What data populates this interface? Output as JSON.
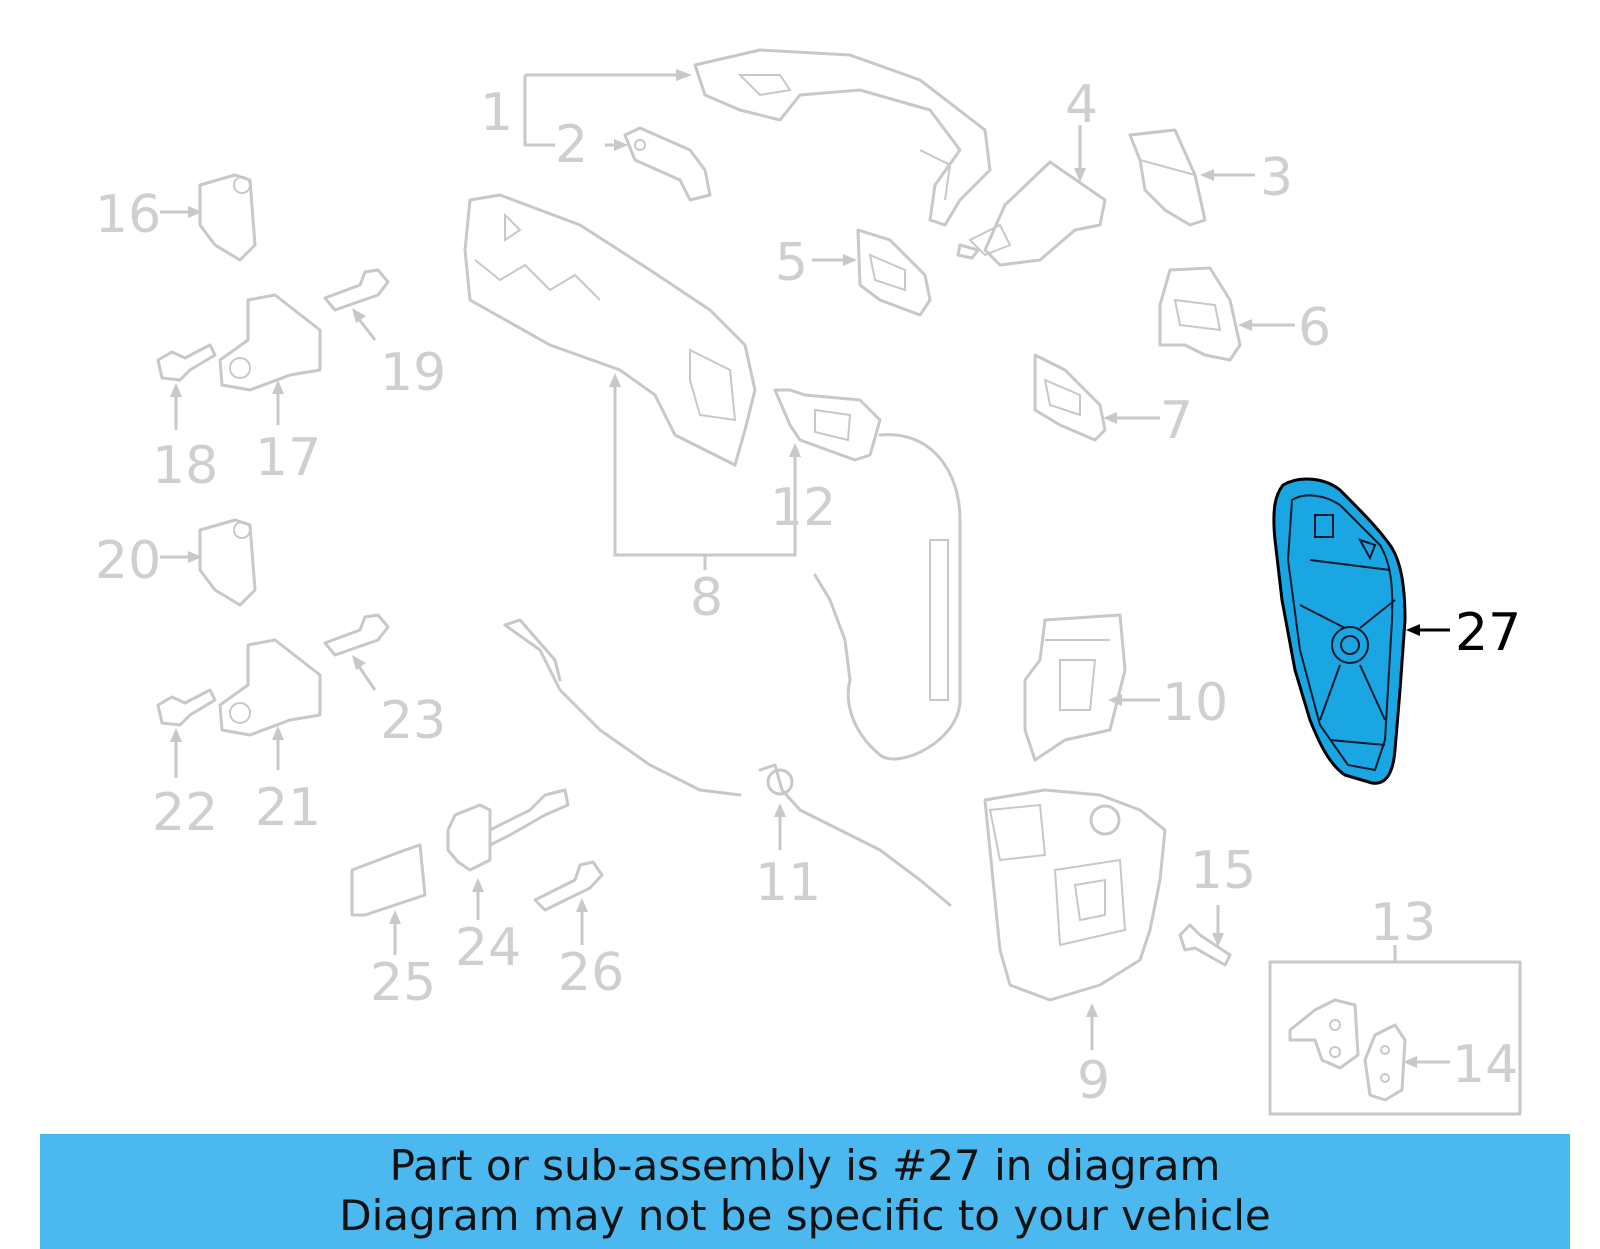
{
  "callouts": {
    "c1": "1",
    "c2": "2",
    "c3": "3",
    "c4": "4",
    "c5": "5",
    "c6": "6",
    "c7": "7",
    "c8": "8",
    "c9": "9",
    "c10": "10",
    "c11": "11",
    "c12": "12",
    "c13": "13",
    "c14": "14",
    "c15": "15",
    "c16": "16",
    "c17": "17",
    "c18": "18",
    "c19": "19",
    "c20": "20",
    "c21": "21",
    "c22": "22",
    "c23": "23",
    "c24": "24",
    "c25": "25",
    "c26": "26",
    "c27": "27"
  },
  "highlight": {
    "part_number": "27",
    "color": "#1aa6e3"
  },
  "banner": {
    "line1": "Part or sub-assembly is #27 in diagram",
    "line2": "Diagram may not be specific to your vehicle",
    "background": "#4cb8f0"
  }
}
